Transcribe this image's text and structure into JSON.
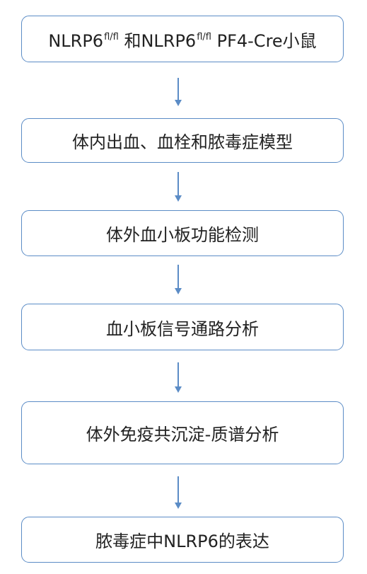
{
  "steps": [
    {
      "parts": [
        "NLRP6",
        "fl/fl",
        " 和NLRP6",
        "fl/fl",
        " PF4-Cre小鼠"
      ]
    },
    {
      "label": "体内出血、血栓和脓毒症模型"
    },
    {
      "label": "体外血小板功能检测"
    },
    {
      "label": "血小板信号通路分析"
    },
    {
      "label": "体外免疫共沉淀-质谱分析"
    },
    {
      "label": "脓毒症中NLRP6的表达"
    }
  ],
  "colors": {
    "border": "#5b8cc6",
    "arrow": "#5b8cc6",
    "text": "#222222"
  }
}
